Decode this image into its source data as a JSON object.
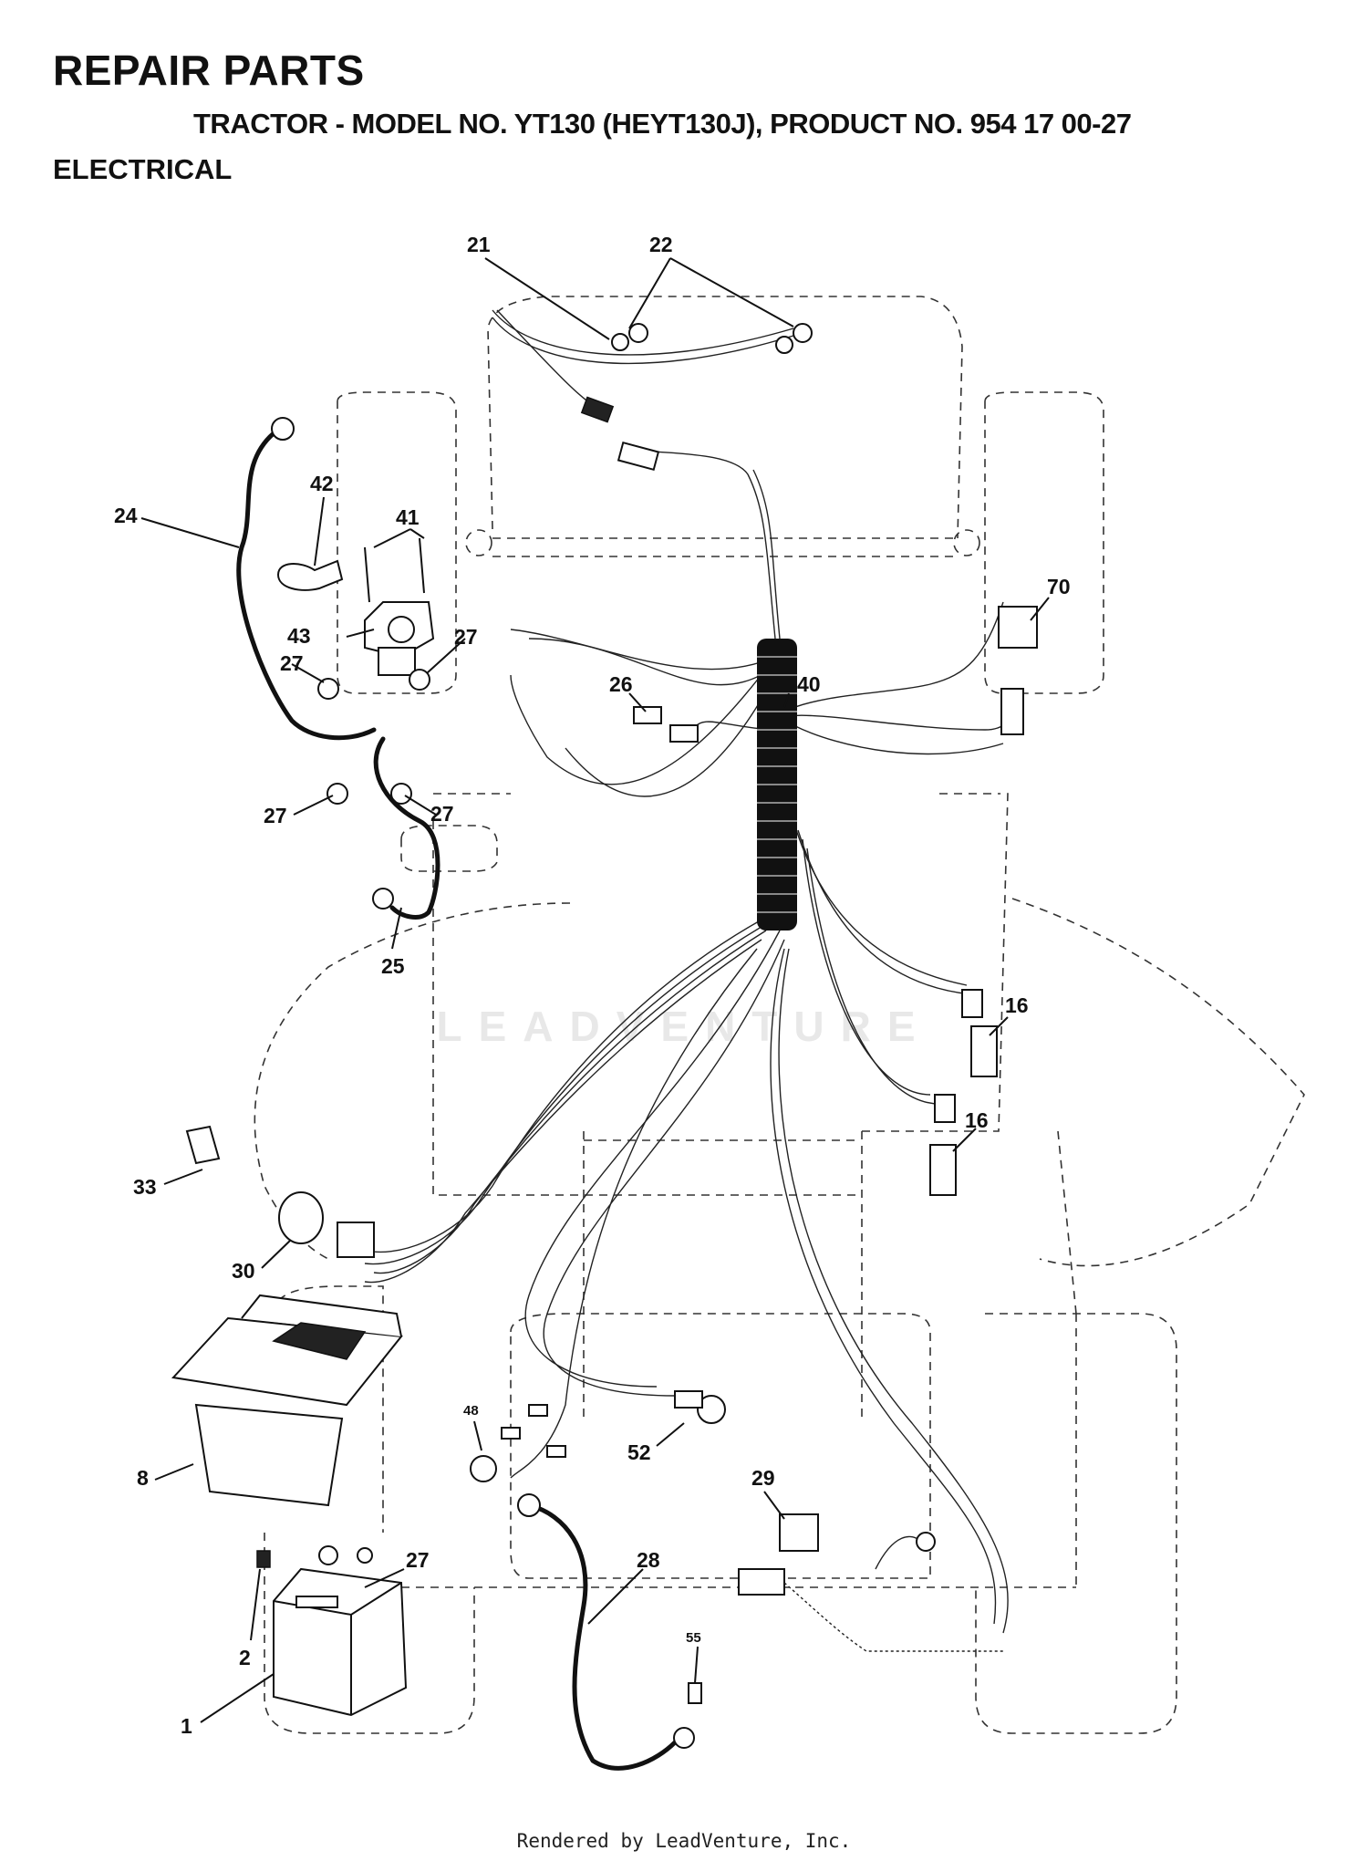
{
  "header": {
    "title": "REPAIR PARTS",
    "subtitle": "TRACTOR - MODEL NO. YT130 (HEYT130J), PRODUCT NO. 954 17 00-27",
    "section": "ELECTRICAL"
  },
  "watermark": "LEADVENTURE",
  "footer": "Rendered by LeadVenture, Inc.",
  "callouts": [
    "21",
    "22",
    "24",
    "42",
    "41",
    "43",
    "27",
    "27",
    "27",
    "27",
    "70",
    "26",
    "40",
    "25",
    "16",
    "16",
    "33",
    "30",
    "48",
    "52",
    "8",
    "29",
    "28",
    "27",
    "55",
    "2",
    "1"
  ]
}
